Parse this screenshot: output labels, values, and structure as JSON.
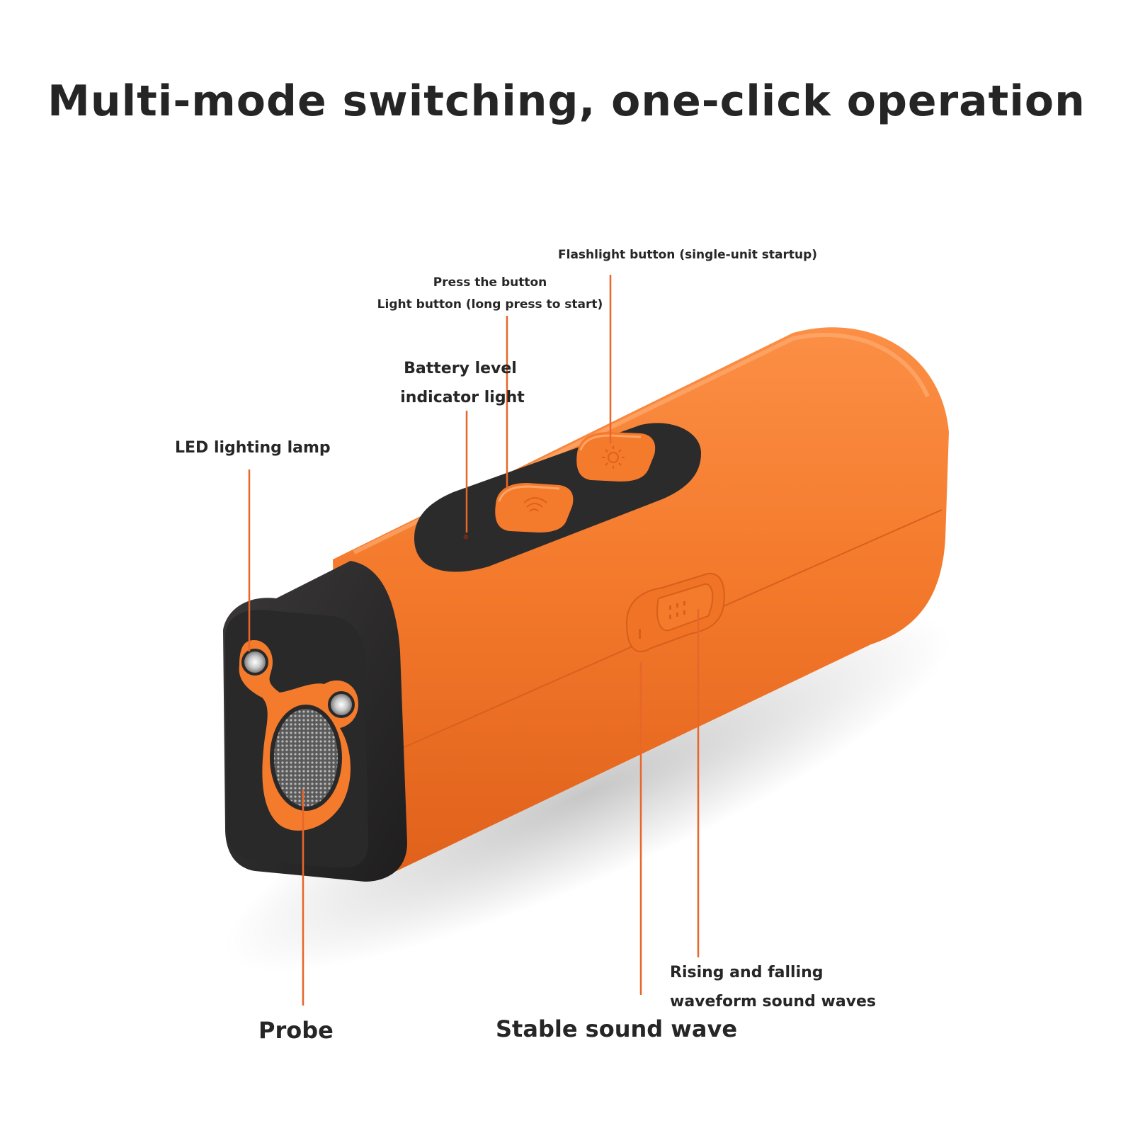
{
  "headline": "Multi-mode switching, one-click operation",
  "labels": {
    "flashlight_button": "Flashlight button (single-unit startup)",
    "press_button_line1": "Press the button",
    "press_button_line2": "Light button (long press to start)",
    "battery_line1": "Battery level",
    "battery_line2": "indicator light",
    "led_lamp": "LED lighting lamp",
    "probe": "Probe",
    "stable_wave": "Stable sound wave",
    "rising_line1": "Rising and falling",
    "rising_line2": "waveform sound waves"
  },
  "colors": {
    "body_orange": "#f47a2c",
    "cap_dark": "#2b2a2a",
    "leader_line": "#e8662a",
    "text": "#262626"
  }
}
